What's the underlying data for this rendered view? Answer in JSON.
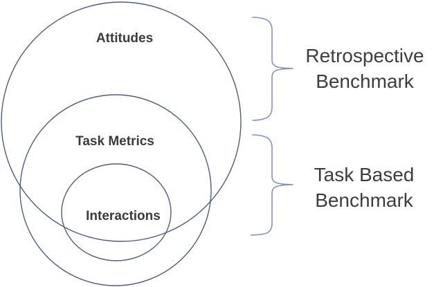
{
  "diagram": {
    "type": "nested-venn",
    "circles": [
      {
        "label": "Attitudes"
      },
      {
        "label": "Task Metrics"
      },
      {
        "label": "Interactions"
      }
    ],
    "braces": [
      {
        "line1": "Retrospective",
        "line2": "Benchmark"
      },
      {
        "line1": "Task Based",
        "line2": "Benchmark"
      }
    ],
    "colors": {
      "circle_stroke": "#4d5d7b",
      "brace_stroke": "#8193ba",
      "label_text": "#3b3b3b",
      "background": "#ffffff"
    }
  }
}
